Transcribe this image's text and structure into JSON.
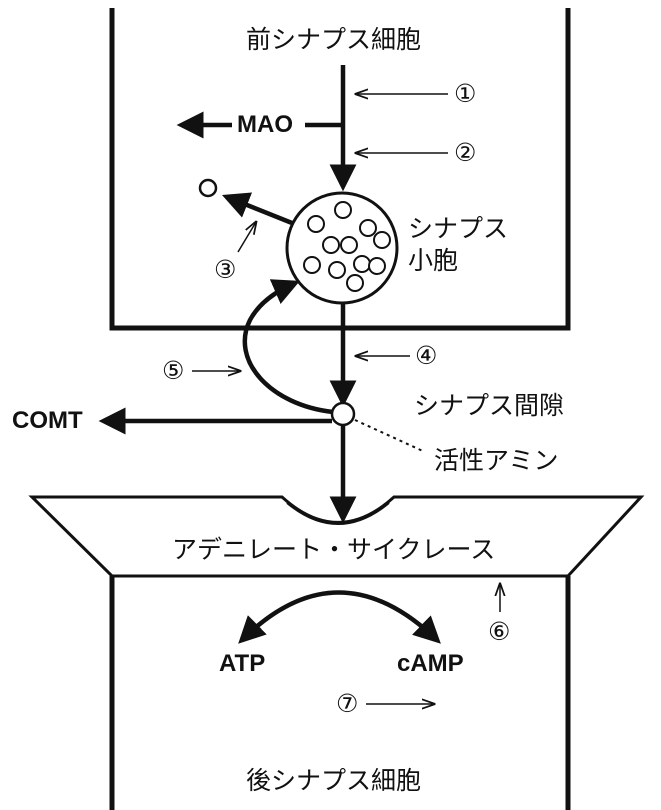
{
  "presynaptic_cell": "前シナプス細胞",
  "postsynaptic_cell": "後シナプス細胞",
  "synaptic_vesicle_line1": "シナプス",
  "synaptic_vesicle_line2": "小胞",
  "synaptic_cleft": "シナプス間隙",
  "active_amine": "活性アミン",
  "adenylate_cyclase": "アデニレート・サイクレース",
  "mao": "MAO",
  "comt": "COMT",
  "atp": "ATP",
  "camp": "cAMP",
  "step_markers": [
    "①",
    "②",
    "③",
    "④",
    "⑤",
    "⑥",
    "⑦"
  ]
}
